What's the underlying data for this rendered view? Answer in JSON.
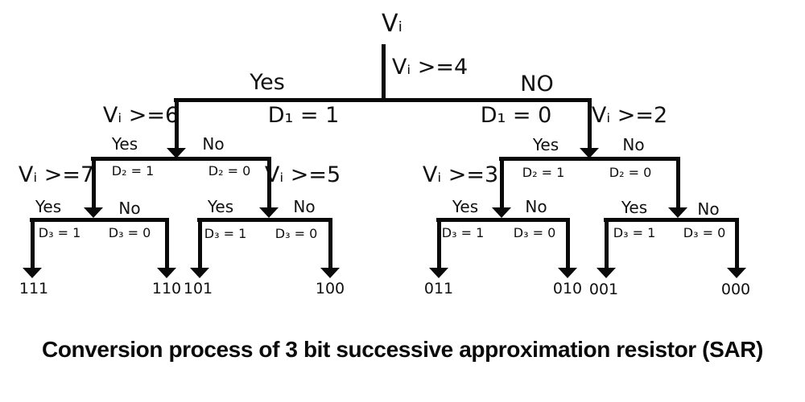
{
  "caption": "Conversion process of 3 bit successive approximation resistor (SAR)",
  "root": {
    "label": "Vᵢ"
  },
  "level1": {
    "condition": "Vᵢ >=4",
    "yes_label": "Yes",
    "no_label": "NO",
    "yes_bit": "D₁ = 1",
    "no_bit": "D₁ = 0",
    "yes_condition": "Vᵢ >=6",
    "no_condition": "Vᵢ >=2"
  },
  "level2": {
    "left": {
      "yes_label": "Yes",
      "no_label": "No",
      "yes_bit": "D₂ = 1",
      "no_bit": "D₂ = 0",
      "yes_condition": "Vᵢ >=7",
      "no_condition": "Vᵢ >=5"
    },
    "right": {
      "yes_label": "Yes",
      "no_label": "No",
      "yes_bit": "D₂ = 1",
      "no_bit": "D₂ = 0",
      "yes_condition": "Vᵢ >=3"
    }
  },
  "level3": {
    "ge7": {
      "yes_label": "Yes",
      "no_label": "No",
      "yes_bit": "D₃ = 1",
      "no_bit": "D₃ = 0",
      "yes_leaf": "111",
      "no_leaf": "110"
    },
    "ge5": {
      "yes_label": "Yes",
      "no_label": "No",
      "yes_bit": "D₃ = 1",
      "no_bit": "D₃ = 0",
      "yes_leaf": "101",
      "no_leaf": "100"
    },
    "ge3": {
      "yes_label": "Yes",
      "no_label": "No",
      "yes_bit": "D₃ = 1",
      "no_bit": "D₃ = 0",
      "yes_leaf": "011",
      "no_leaf": "010"
    },
    "ge1": {
      "yes_label": "Yes",
      "no_label": "No",
      "yes_bit": "D₃ = 1",
      "no_bit": "D₃ = 0",
      "yes_leaf": "001",
      "no_leaf": "000"
    }
  }
}
